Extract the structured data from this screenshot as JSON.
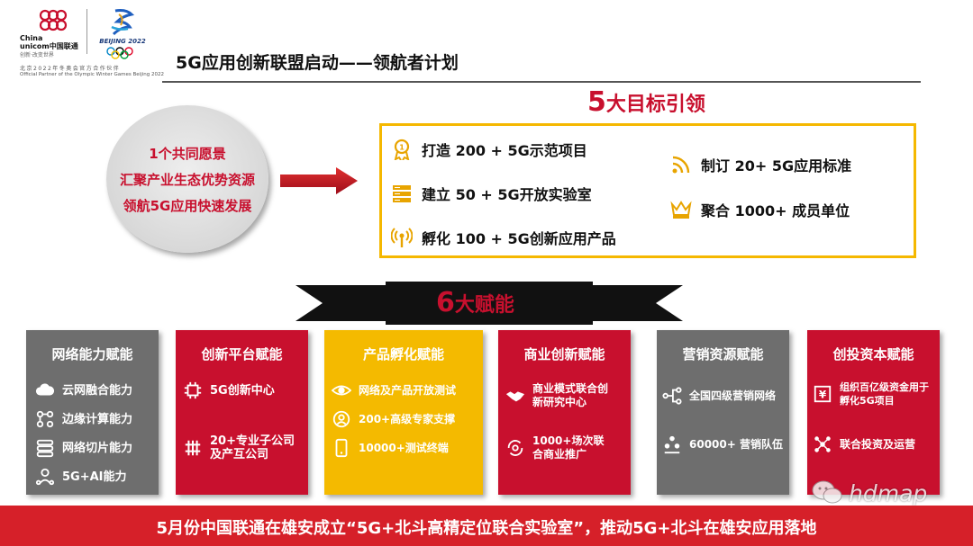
{
  "header": {
    "cu_name_line1": "China",
    "cu_name_line2": "unicom中国联通",
    "cu_tagline": "创新·改变世界",
    "beijing_text": "BEIJING 2022",
    "partner_cn": "北京2022年冬奥会官方合作伙伴",
    "partner_en": "Official Partner of the Olympic Winter Games Beijing 2022"
  },
  "title": "5G应用创新联盟启动——领航者计划",
  "vision": {
    "line1": "1个共同愿景",
    "line2": "汇聚产业生态优势资源",
    "line3": "领航5G应用快速发展"
  },
  "goals": {
    "head_num": "5",
    "head_text": "大目标引领",
    "items": [
      {
        "label": "打造  200 +  5G示范项目",
        "icon": "medal-icon"
      },
      {
        "label": "建立  50 +  5G开放实验室",
        "icon": "server-rack-icon"
      },
      {
        "label": "孵化  100 +  5G创新应用产品",
        "icon": "antenna-icon"
      },
      {
        "label": "制订  20+ 5G应用标准",
        "icon": "signal-icon"
      },
      {
        "label": "聚合 1000+  成员单位",
        "icon": "crown-icon"
      }
    ]
  },
  "enable": {
    "num": "6",
    "text": "大赋能"
  },
  "columns": [
    {
      "title": "网络能力赋能",
      "color": "#6e6e6e",
      "items": [
        "云网融合能力",
        "边缘计算能力",
        "网络切片能力",
        "5G+AI能力"
      ]
    },
    {
      "title": "创新平台赋能",
      "color": "#c8102e",
      "items": [
        "5G创新中心",
        "20+专业子公司\n及产互公司"
      ]
    },
    {
      "title": "产品孵化赋能",
      "color": "#f4ba00",
      "items": [
        "网络及产品开放测试",
        "200+高级专家支撑",
        "10000+测试终端"
      ]
    },
    {
      "title": "商业创新赋能",
      "color": "#c8102e",
      "items": [
        "商业模式联合创\n新研究中心",
        "1000+场次联\n合商业推广"
      ]
    },
    {
      "title": "营销资源赋能",
      "color": "#6e6e6e",
      "items": [
        "全国四级营销网络",
        "60000+ 营销队伍"
      ]
    },
    {
      "title": "创投资本赋能",
      "color": "#c8102e",
      "items": [
        "组织百亿级资金用于\n孵化5G项目",
        "联合投资及运营"
      ]
    }
  ],
  "bottom": "5月份中国联通在雄安成立“5G+北斗高精定位联合实验室”，推动5G+北斗在雄安应用落地",
  "watermark": "hdmap"
}
